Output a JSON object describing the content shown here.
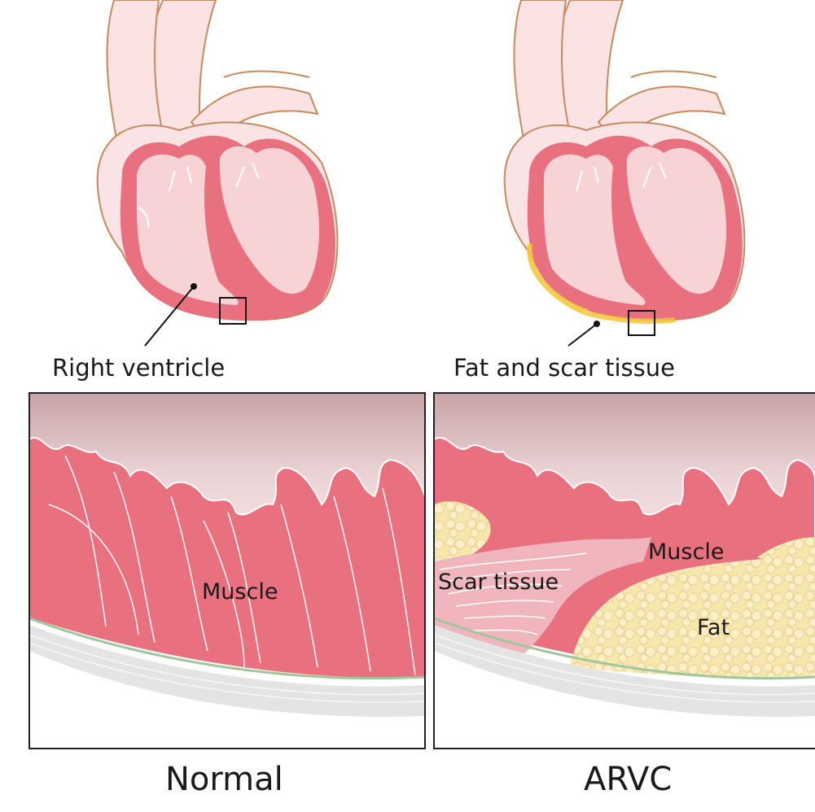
{
  "labels": {
    "normal_heart": "Right ventricle",
    "arvc_heart": "Fat and scar tissue",
    "normal_muscle": "Muscle",
    "arvc_muscle": "Muscle",
    "arvc_scar": "Scar tissue",
    "arvc_fat": "Fat",
    "caption_normal": "Normal",
    "caption_arvc": "ARVC"
  },
  "colors": {
    "muscle": "#e8707f",
    "heart_inner": "#f7d3d6",
    "fat": "#f7e9b0",
    "fat_highlight": "#f3c531"
  }
}
